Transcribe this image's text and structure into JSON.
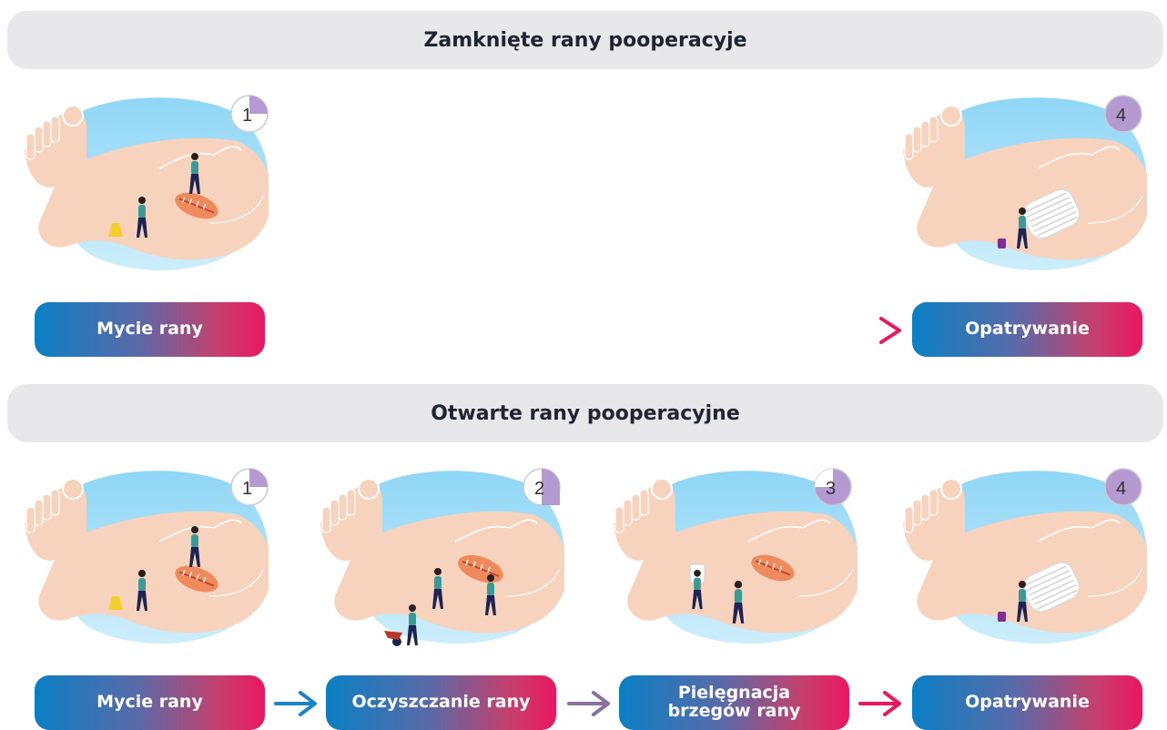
{
  "closed": {
    "title": "Zamknięte rany pooperacyje",
    "steps": [
      {
        "number": "1",
        "label": "Mycie rany"
      },
      {
        "number": "4",
        "label": "Opatrywanie"
      }
    ]
  },
  "open": {
    "title": "Otwarte rany pooperacyjne",
    "steps": [
      {
        "number": "1",
        "label": "Mycie rany"
      },
      {
        "number": "2",
        "label": "Oczyszczanie rany"
      },
      {
        "number": "3",
        "label": "Pielęgnacja brzegów rany"
      },
      {
        "number": "4",
        "label": "Opatrywanie"
      }
    ]
  },
  "colors": {
    "blue": "#0a7fc4",
    "pink": "#ea1760",
    "skin": "#f7d3be",
    "pool": "#8fd6f6",
    "badge": "#b49ad0",
    "header_bg": "#e8e8ea"
  }
}
